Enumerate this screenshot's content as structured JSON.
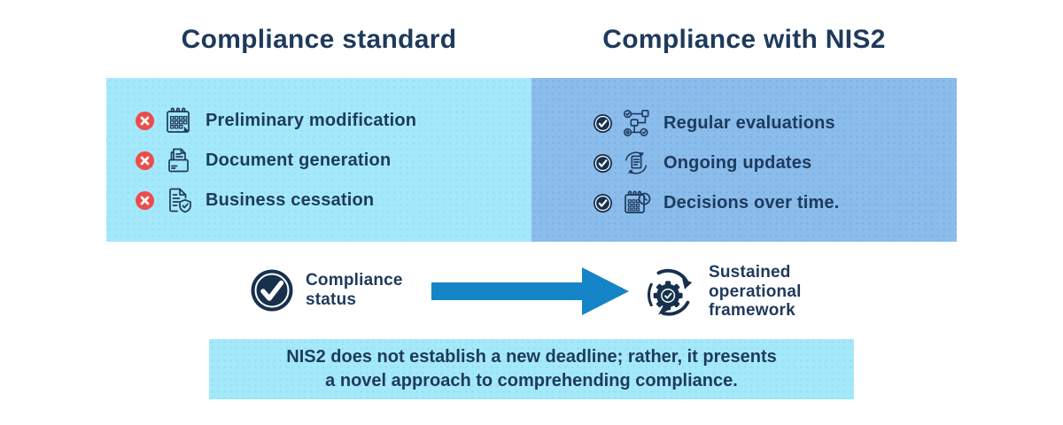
{
  "colors": {
    "navy": "#1e3a5c",
    "light_cyan": "#a4e9fb",
    "medium_blue": "#8abcec",
    "red": "#ee4b4b",
    "arrow_blue": "#1585c8",
    "background": "#ffffff"
  },
  "left_column": {
    "title": "Compliance standard",
    "items": [
      {
        "status_icon": "cross-circle",
        "icon": "calendar-edit",
        "label": "Preliminary modification"
      },
      {
        "status_icon": "cross-circle",
        "icon": "document-generation",
        "label": "Document generation"
      },
      {
        "status_icon": "cross-circle",
        "icon": "document-shield",
        "label": "Business cessation"
      }
    ]
  },
  "right_column": {
    "title": "Compliance with NIS2",
    "items": [
      {
        "status_icon": "check-circle",
        "icon": "process-check",
        "label": "Regular evaluations"
      },
      {
        "status_icon": "check-circle",
        "icon": "document-refresh",
        "label": "Ongoing updates"
      },
      {
        "status_icon": "check-circle",
        "icon": "calendar-clock",
        "label": "Decisions over time."
      }
    ]
  },
  "flow": {
    "source": {
      "icon": "check-circle-badge",
      "label": "Compliance\nstatus"
    },
    "arrow_icon": "arrow-right",
    "target": {
      "icon": "gear-sync",
      "label": "Sustained\noperational\nframework"
    }
  },
  "banner": {
    "text": "NIS2 does not establish a new deadline; rather, it presents\na novel approach to comprehending compliance."
  }
}
